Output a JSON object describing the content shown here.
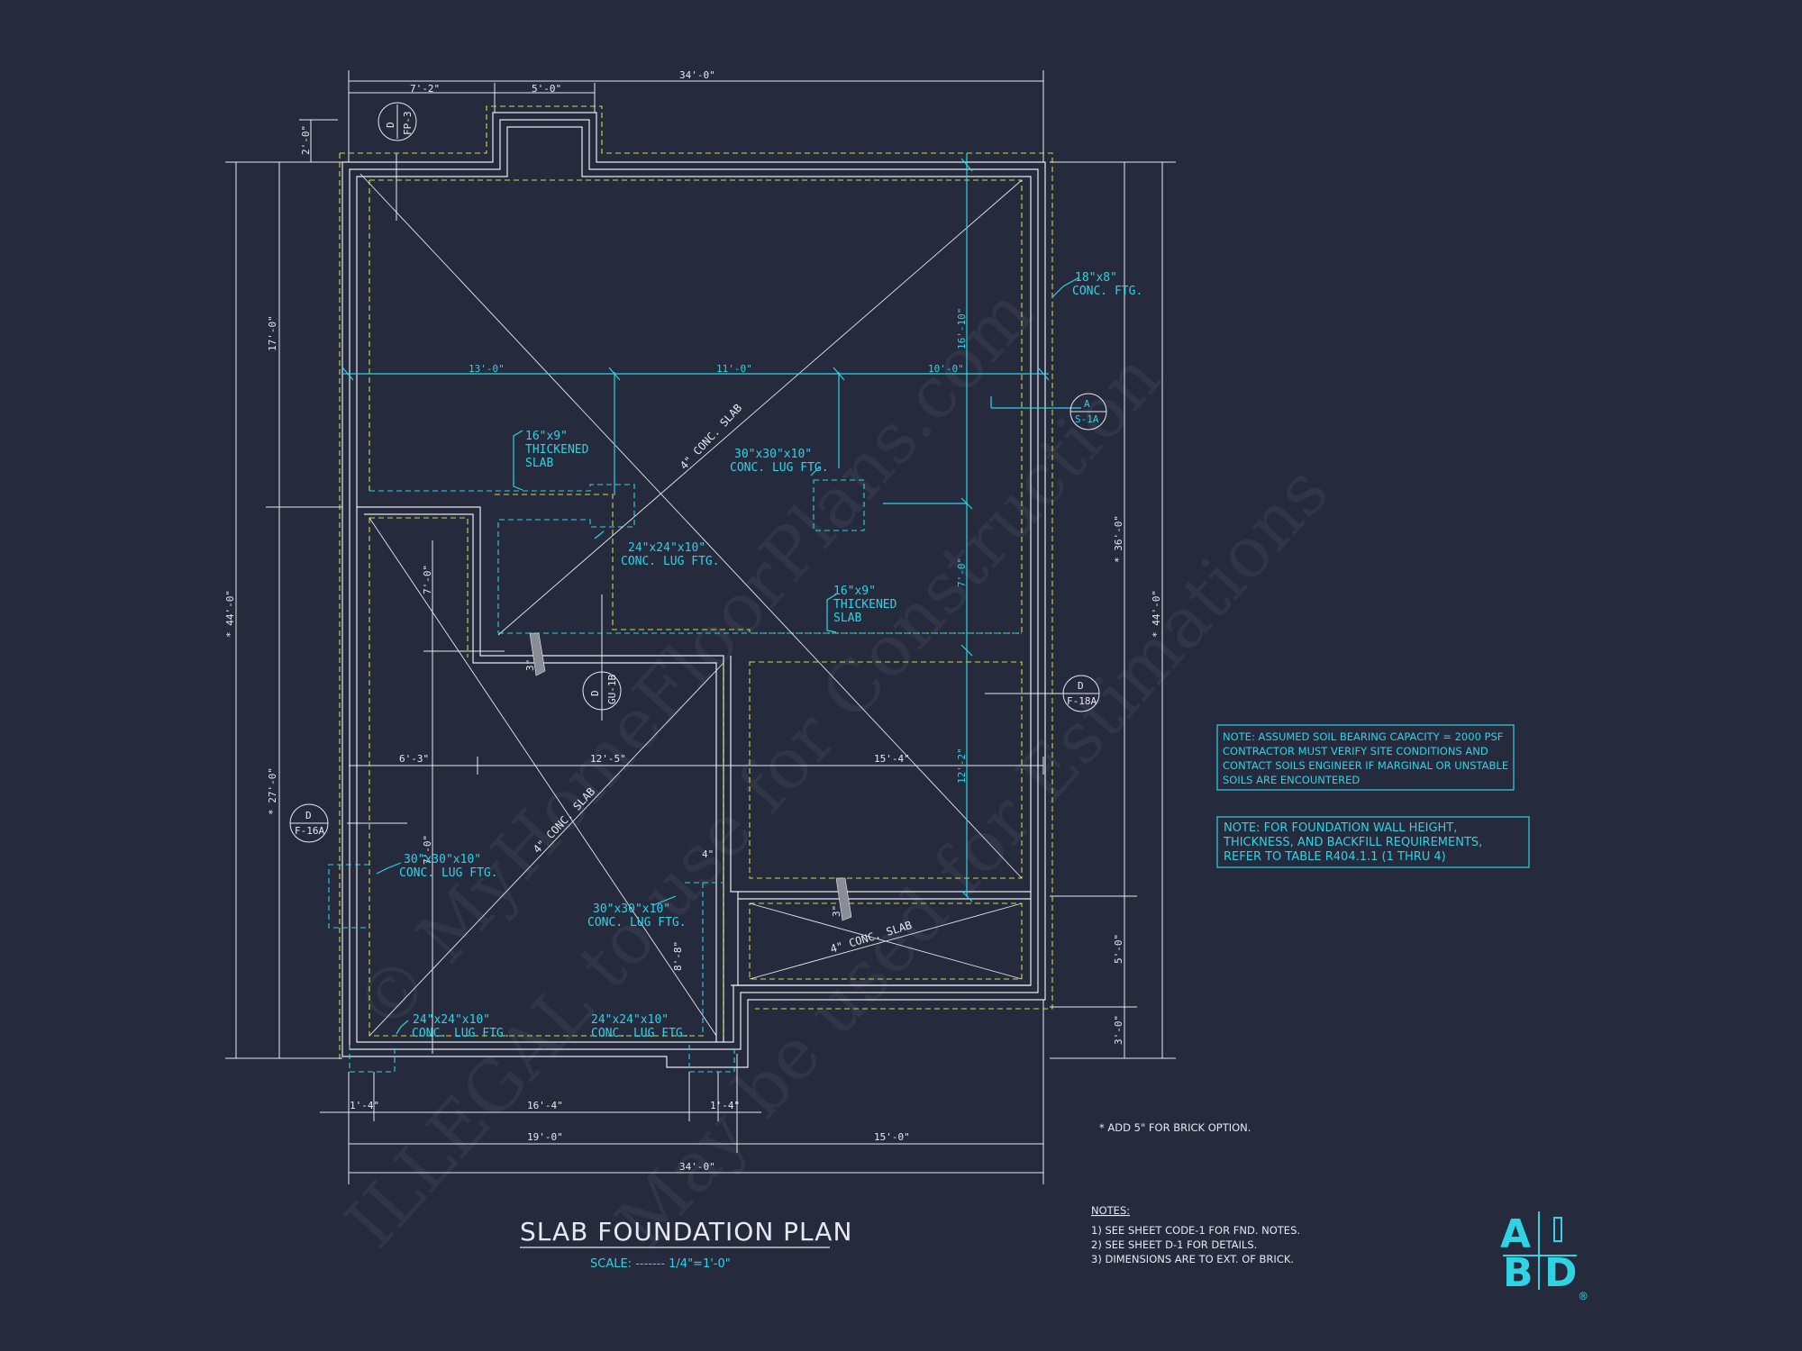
{
  "title": "SLAB FOUNDATION PLAN",
  "scale": "SCALE: ------- 1/4\"=1'-0\"",
  "dimensions": {
    "top_total": "34'-0\"",
    "top_seg1": "7'-2\"",
    "top_seg2": "5'-0\"",
    "bottom_total": "34'-0\"",
    "bottom_seg1": "19'-0\"",
    "bottom_seg2": "15'-0\"",
    "bottom_inner1": "1'-4\"",
    "bottom_inner2": "16'-4\"",
    "bottom_inner3": "1'-4\"",
    "left_top": "2'-0\"",
    "left_upper": "17'-0\"",
    "left_lower": "* 27'-0\"",
    "left_total": "* 44'-0\"",
    "left_inner": "7'-0\"",
    "right_total": "* 44'-0\"",
    "right_upper": "* 36'-0\"",
    "right_mid": "5'-0\"",
    "right_low": "3'-0\"",
    "upper_row1": "13'-0\"",
    "upper_row2": "11'-0\"",
    "upper_row3": "10'-0\"",
    "mid_row1": "6'-3\"",
    "mid_row2": "12'-5\"",
    "mid_row3": "15'-4\"",
    "vert1": "16'-10\"",
    "vert2": "7'-0\"",
    "vert3": "12'-2\"",
    "small_4": "4\"",
    "small_3a": "3\"",
    "small_3b": "3\"",
    "pt_8_8": "8'-8\"",
    "pt_7_0": "7'-0\""
  },
  "callouts": {
    "conc_ftg": [
      "18\"x8\"",
      "CONC. FTG."
    ],
    "thick_slab_1": [
      "16\"x9\"",
      "THICKENED",
      "SLAB"
    ],
    "thick_slab_2": [
      "16\"x9\"",
      "THICKENED",
      "SLAB"
    ],
    "lug_30_top": [
      "30\"x30\"x10\"",
      "CONC. LUG FTG."
    ],
    "lug_24_top": [
      "24\"x24\"x10\"",
      "CONC. LUG FTG."
    ],
    "lug_30_left": [
      "30\"x30\"x10\"",
      "CONC. LUG FTG."
    ],
    "lug_30_mid": [
      "30\"x30\"x10\"",
      "CONC. LUG FTG."
    ],
    "lug_24_bl": [
      "24\"x24\"x10\"",
      "CONC. LUG FTG."
    ],
    "lug_24_bm": [
      "24\"x24\"x10\"",
      "CONC. LUG FTG."
    ],
    "slab_upper": "4\" CONC. SLAB",
    "slab_lower": "4\" CONC. SLAB",
    "slab_right": "4\" CONC. SLAB"
  },
  "section_tags": [
    {
      "top": "D",
      "bottom": "FP-3"
    },
    {
      "top": "A",
      "bottom": "S-1A"
    },
    {
      "top": "D",
      "bottom": "F-18A"
    },
    {
      "top": "D",
      "bottom": "F-16A"
    },
    {
      "top": "D",
      "bottom": "GU-1B"
    }
  ],
  "notes_boxes": [
    [
      "NOTE: ASSUMED SOIL BEARING CAPACITY = 2000 PSF",
      "CONTRACTOR MUST VERIFY SITE CONDITIONS AND",
      "CONTACT SOILS ENGINEER IF MARGINAL OR UNSTABLE",
      "SOILS ARE ENCOUNTERED"
    ],
    [
      "NOTE: FOR FOUNDATION WALL HEIGHT,",
      "THICKNESS, AND BACKFILL REQUIREMENTS,",
      "REFER TO TABLE R404.1.1 (1 THRU 4)"
    ]
  ],
  "brick_note": "* ADD 5\" FOR BRICK OPTION.",
  "notes_heading": "NOTES:",
  "notes": [
    "1)  SEE SHEET CODE-1 FOR FND. NOTES.",
    "2)  SEE SHEET D-1 FOR DETAILS.",
    "3)  DIMENSIONS ARE TO EXT. OF BRICK."
  ],
  "watermark": [
    "© MyHomeFloorPlans.com",
    "ILLEGAL to use for Construction",
    "May be used for Estimations"
  ],
  "logo": {
    "letters": [
      "A",
      "B",
      "D"
    ],
    "mark": "®"
  },
  "colors": {
    "background": "#252a3d",
    "lines": "#e8e8f0",
    "cyan": "#2fd3e3",
    "yellow": "#d6d640"
  }
}
